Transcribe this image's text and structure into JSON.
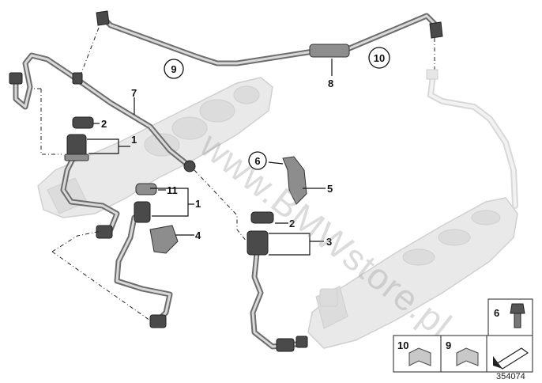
{
  "diagram": {
    "callouts": {
      "c1a": "1",
      "c1b": "1",
      "c2a": "2",
      "c2b": "2",
      "c3": "3",
      "c4": "4",
      "c5": "5",
      "c6": "6",
      "c7": "7",
      "c8": "8",
      "c9": "9",
      "c10": "10",
      "c11": "11"
    },
    "legend": {
      "box6": "6",
      "box10": "10",
      "box9": "9"
    },
    "watermark": "www.BMWstore.pl",
    "drawing_number": "354074"
  }
}
